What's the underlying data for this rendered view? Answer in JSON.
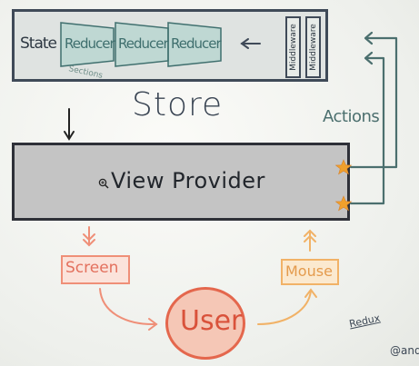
{
  "store": {
    "state_label": "State",
    "reducers": [
      "Reducer",
      "Reducer",
      "Reducer"
    ],
    "sections_label": "Sections",
    "middlewares": [
      "Middleware",
      "Middleware"
    ],
    "title": "Store"
  },
  "actions_label": "Actions",
  "view_provider_label": "View Provider",
  "screen_label": "Screen",
  "mouse_label": "Mouse",
  "user_label": "User",
  "redux_label": "Redux",
  "credit_label": "@and",
  "colors": {
    "store_border": "#3f4a58",
    "reducer_fill": "#bfd8d3",
    "view_fill": "#c4c4c4",
    "actions_arrow": "#4b6f6e",
    "star": "#f0a02c",
    "screen": "#ef8f78",
    "mouse": "#f1b267",
    "user": "#e4674d"
  }
}
